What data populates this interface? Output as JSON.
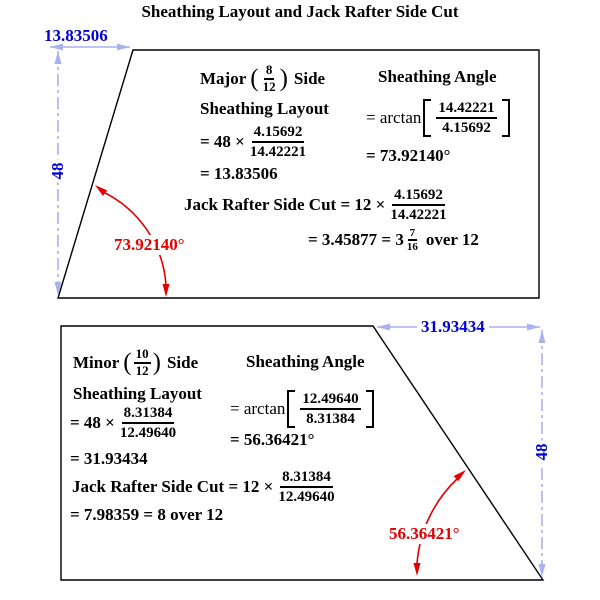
{
  "title": "Sheathing Layout and Jack Rafter Side Cut",
  "colors": {
    "formula_text": "#000000",
    "dimension_text_blue": "#0000d4",
    "dimension_line_lavender": "#aab2ee",
    "angle_red": "#e40000",
    "shape_outline": "#000000",
    "background": "#ffffff"
  },
  "upper": {
    "side": {
      "word": "Major",
      "open": "(",
      "frac_num": "8",
      "frac_den": "12",
      "close": ")",
      "suffix": "Side"
    },
    "layout_header": "Sheathing Layout",
    "layout_eq": {
      "lead": "= 48 ×",
      "num": "4.15692",
      "den": "14.42221"
    },
    "layout_result": "= 13.83506",
    "angle_header": "Sheathing Angle",
    "angle_eq": {
      "lead": "= arctan",
      "num": "14.42221",
      "den": "4.15692"
    },
    "angle_result": "= 73.92140°",
    "jack_eq": {
      "lead": "Jack Rafter Side Cut = 12 ×",
      "num": "4.15692",
      "den": "14.42221"
    },
    "jack_result": {
      "lead": "= 3.45877 = 3",
      "frac_num": "7",
      "frac_den": "16",
      "suffix": "over 12"
    },
    "dims": {
      "width": "13.83506",
      "height": "48"
    },
    "angle_label": "73.92140°"
  },
  "lower": {
    "side": {
      "word": "Minor",
      "open": "(",
      "frac_num": "10",
      "frac_den": "12",
      "close": ")",
      "suffix": "Side"
    },
    "layout_header": "Sheathing Layout",
    "layout_eq": {
      "lead": "= 48 ×",
      "num": "8.31384",
      "den": "12.49640"
    },
    "layout_result": "= 31.93434",
    "angle_header": "Sheathing Angle",
    "angle_eq": {
      "lead": "= arctan",
      "num": "12.49640",
      "den": "8.31384"
    },
    "angle_result": "= 56.36421°",
    "jack_eq": {
      "lead": "Jack Rafter Side Cut = 12 ×",
      "num": "8.31384",
      "den": "12.49640"
    },
    "jack_result": "= 7.98359 = 8 over 12",
    "dims": {
      "width": "31.93434",
      "height": "48"
    },
    "angle_label": "56.36421°"
  }
}
